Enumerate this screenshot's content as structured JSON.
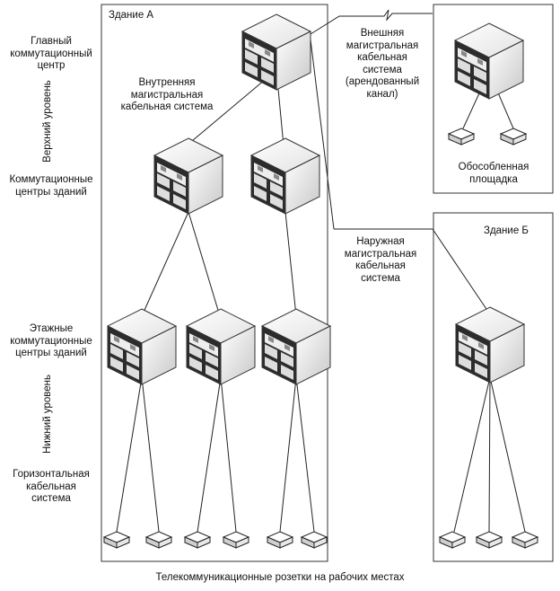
{
  "labels": {
    "building_a": "Здание А",
    "building_b": "Здание Б",
    "main_center": [
      "Главный",
      "коммутационный",
      "центр"
    ],
    "top_level": "Верхний уровень",
    "bottom_level": "Нижний уровень",
    "internal_backbone": [
      "Внутренняя",
      "магистральная",
      "кабельная система"
    ],
    "building_centers": [
      "Коммутационные",
      "центры зданий"
    ],
    "floor_centers": [
      "Этажные",
      "коммутационные",
      "центры зданий"
    ],
    "horizontal": [
      "Горизонтальная",
      "кабельная",
      "система"
    ],
    "external_backbone": [
      "Внешняя",
      "магистральная",
      "кабельная",
      "система",
      "(арендованный",
      "канал)"
    ],
    "separate_site": [
      "Обособленная",
      "площадка"
    ],
    "outdoor_backbone": [
      "Наружная",
      "магистральная",
      "кабельная",
      "система"
    ],
    "outlets": "Телекоммуникационные розетки на рабочих местах"
  },
  "icons": {
    "switch": "network-rack-icon",
    "outlet": "telecom-outlet-icon"
  },
  "colors": {
    "line": "#222222",
    "box_border": "#333333"
  }
}
